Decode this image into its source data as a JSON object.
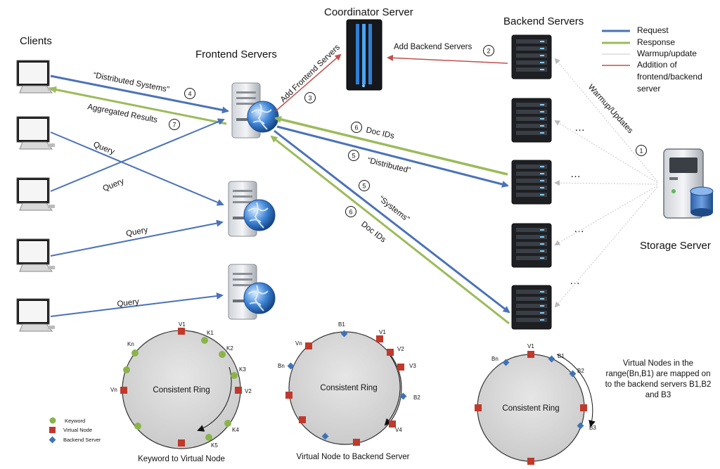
{
  "titles": {
    "clients": "Clients",
    "frontend": "Frontend Servers",
    "coordinator": "Coordinator  Server",
    "backend": "Backend Servers",
    "storage": "Storage Server"
  },
  "legend": {
    "request": "Request",
    "response": "Response",
    "warmup": "Warmup/update",
    "addition_1": "Addition of",
    "addition_2": "frontend/backend",
    "addition_3": "server"
  },
  "colors": {
    "request": "#4a72b8",
    "response": "#9bbb59",
    "warmup": "#c8c8c8",
    "addition": "#c0504d",
    "ring": "#cfcfcf",
    "virtual_node": "#c0392b",
    "keyword": "#8ab44a",
    "backend_marker": "#3f73b6"
  },
  "arrows": {
    "distributed_systems": "“Distributed Systems”",
    "aggregated_results": "Aggregated Results",
    "query": "Query",
    "add_frontend": "Add Frontend Servers",
    "add_backend": "Add Backend Servers",
    "doc_ids": "Doc IDs",
    "distributed": "“Distributed”",
    "systems": "“Systems”",
    "warmup_updates": "Warmup/Updates"
  },
  "steps": [
    "1",
    "2",
    "3",
    "4",
    "5",
    "6",
    "7"
  ],
  "dots": "…",
  "rings": {
    "ring_label": "Consistent Ring",
    "ring1_caption": "Keyword to Virtual Node",
    "ring2_caption": "Virtual Node to Backend Server",
    "ring3_note": [
      "Virtual Nodes in the",
      "range(Bn,B1) are mapped on",
      "to the backend servers B1,B2",
      "and B3"
    ],
    "ring1_labels": [
      "V1",
      "K1",
      "K2",
      "K3",
      "V2",
      "K4",
      "K5",
      "Vn",
      "Kn"
    ],
    "ring2_labels": [
      "B1",
      "V1",
      "V2",
      "V3",
      "B2",
      "V4",
      "Vn",
      "Bn"
    ],
    "ring3_labels": [
      "V1",
      "B1",
      "B2",
      "B3",
      "Bn"
    ]
  },
  "key": {
    "keyword": "Keyword",
    "virtual_node": "Virtual Node",
    "backend_server": "Backend Server"
  }
}
